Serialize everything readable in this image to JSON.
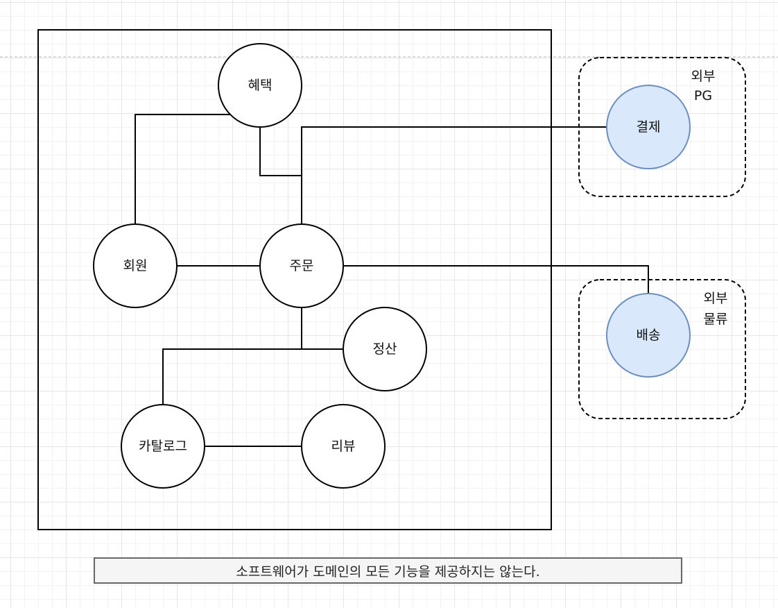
{
  "nodes": {
    "benefit": "혜택",
    "member": "회원",
    "order": "주문",
    "settlement": "정산",
    "catalog": "카탈로그",
    "review": "리뷰",
    "payment": "결제",
    "delivery": "배송"
  },
  "groups": {
    "pg": {
      "line1": "외부",
      "line2": "PG"
    },
    "logistics": {
      "line1": "외부",
      "line2": "물류"
    }
  },
  "caption": "소프트웨어가 도메인의 모든 기능을 제공하지는 않는다.",
  "colors": {
    "external_node_fill": "#dae8fc",
    "external_node_stroke": "#6c8ebf",
    "internal_node_fill": "#ffffff",
    "line": "#000000",
    "caption_fill": "#f5f5f5",
    "caption_stroke": "#666666"
  }
}
